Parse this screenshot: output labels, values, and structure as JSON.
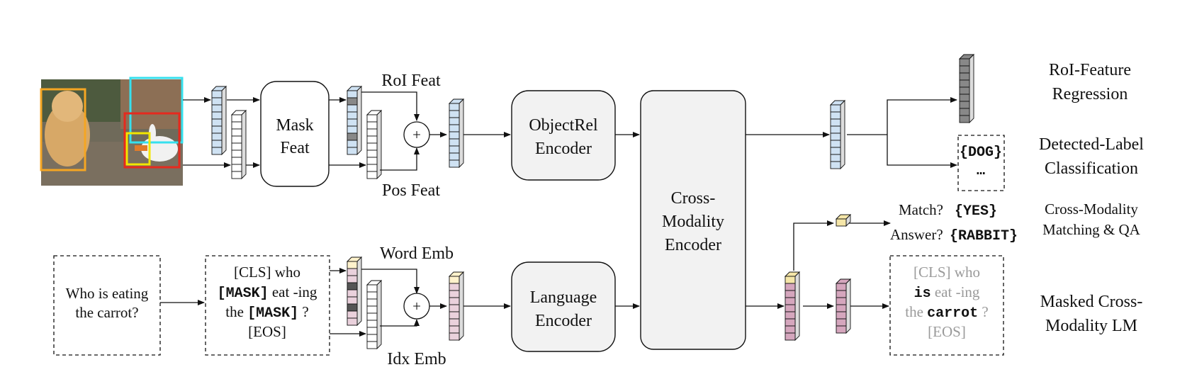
{
  "image_region": {
    "description_boxes": [
      "orange",
      "cyan",
      "red",
      "yellow"
    ],
    "colors": {
      "orange": "#f5a623",
      "cyan": "#36e0ee",
      "red": "#e52a1e",
      "yellow": "#f2e600"
    }
  },
  "vision_branch": {
    "mask_feat": [
      "Mask",
      "Feat"
    ],
    "roi_feat": "RoI Feat",
    "pos_feat": "Pos Feat",
    "encoder": [
      "ObjectRel",
      "Encoder"
    ]
  },
  "language_branch": {
    "input_text": [
      "Who is eating",
      "the carrot?"
    ],
    "masked_text": {
      "line1": "[CLS] who",
      "line2_mask": "[MASK]",
      "line2_rest": " eat -ing",
      "line3_pre": "the ",
      "line3_mask": "[MASK]",
      "line3_post": " ?",
      "line4": "[EOS]"
    },
    "word_emb": "Word Emb",
    "idx_emb": "Idx Emb",
    "encoder": [
      "Language",
      "Encoder"
    ]
  },
  "cross_encoder": [
    "Cross-",
    "Modality",
    "Encoder"
  ],
  "outputs": {
    "detected_labels": [
      "{DOG}",
      "…"
    ],
    "match_q": "Match?",
    "match_a": "{YES}",
    "answer_q": "Answer?",
    "answer_a": "{RABBIT}",
    "masked_output": {
      "line1": "[CLS] who",
      "line2_bold": "is",
      "line2_rest": " eat -ing",
      "line3_pre": "the ",
      "line3_bold": "carrot",
      "line3_post": " ?",
      "line4": "[EOS]"
    }
  },
  "tasks": {
    "roi_regression": [
      "RoI-Feature",
      "Regression"
    ],
    "detected_label": [
      "Detected-Label",
      "Classification"
    ],
    "matching_qa": [
      "Cross-Modality",
      "Matching & QA"
    ],
    "masked_lm": [
      "Masked Cross-",
      "Modality LM"
    ]
  },
  "vector_colors": {
    "blue": "#cfe2f3",
    "gray": "#888888",
    "white": "#ffffff",
    "pink": "#ead1dc",
    "cream": "#fff2cc",
    "dark": "#555555",
    "magenta": "#d5a6bd",
    "yellow_top": "#f5e6a8"
  }
}
